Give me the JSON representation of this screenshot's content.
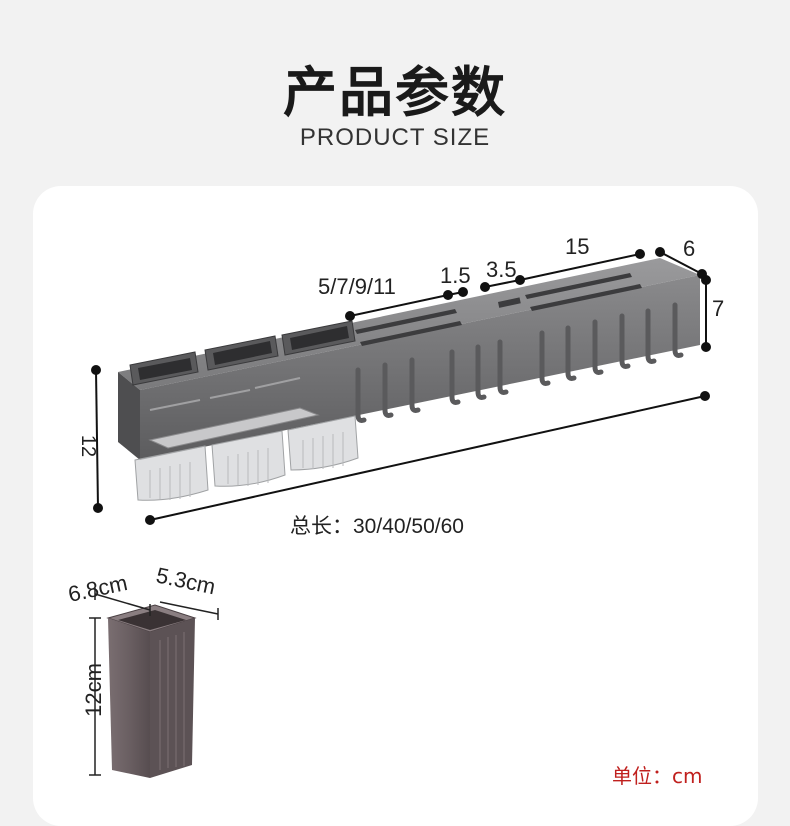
{
  "header": {
    "title": "产品参数",
    "subtitle": "PRODUCT  SIZE"
  },
  "rack_dimensions": {
    "height": "12",
    "slot_sizes": "5/7/9/11",
    "gap_a": "1.5",
    "gap_b": "3.5",
    "top_length": "15",
    "depth": "6",
    "side_height": "7",
    "total_length": "总长：30/40/50/60"
  },
  "cup_dimensions": {
    "width": "6.8cm",
    "depth": "5.3cm",
    "height": "12cm"
  },
  "footer": {
    "unit_label": "单位：cm"
  },
  "colors": {
    "rack_gray": "#6e6e70",
    "rack_dark": "#4a4a4c",
    "cup_brown": "#6a5f62",
    "accent_red": "#c0201e"
  }
}
